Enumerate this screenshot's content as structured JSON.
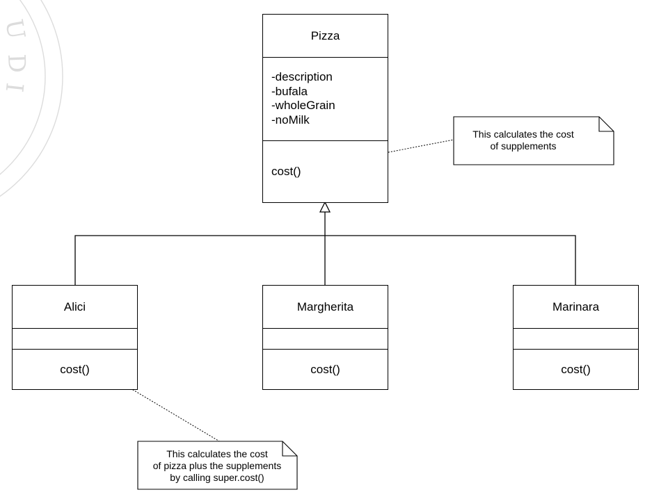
{
  "classes": {
    "pizza": {
      "name": "Pizza",
      "attributes": [
        "-description",
        "-bufala",
        "-wholeGrain",
        "-noMilk"
      ],
      "method": "cost()"
    },
    "alici": {
      "name": "Alici",
      "method": "cost()"
    },
    "margherita": {
      "name": "Margherita",
      "method": "cost()"
    },
    "marinara": {
      "name": "Marinara",
      "method": "cost()"
    }
  },
  "notes": {
    "supplements": [
      "This calculates the cost",
      "of supplements"
    ],
    "alici": [
      "This calculates the cost",
      "of pizza plus the supplements",
      "by calling super.cost()"
    ]
  }
}
